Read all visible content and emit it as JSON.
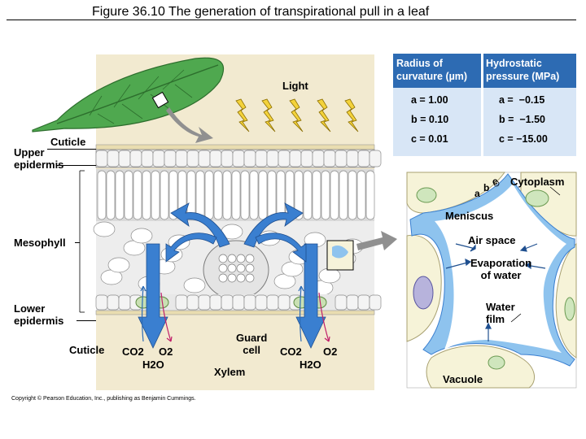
{
  "title": "Figure 36.10  The generation of transpirational pull in a leaf",
  "labels": {
    "light": "Light",
    "cuticle_top": "Cuticle",
    "upper_epidermis": "Upper\nepidermis",
    "mesophyll": "Mesophyll",
    "lower_epidermis": "Lower\nepidermis",
    "cuticle_bottom": "Cuticle",
    "co2_left": "CO2",
    "o2_left": "O2",
    "h2o_left": "H2O",
    "xylem": "Xylem",
    "guard_cell": "Guard\ncell",
    "co2_right": "CO2",
    "o2_right": "O2",
    "h2o_right": "H2O"
  },
  "table": {
    "col1_header": "Radius of\ncurvature (µm)",
    "col2_header": "Hydrostatic\npressure (MPa)",
    "rows": [
      {
        "radius": "a = 1.00",
        "pressure": "a =  −0.15"
      },
      {
        "radius": "b = 0.10",
        "pressure": "b =  −1.50"
      },
      {
        "radius": "c = 0.01",
        "pressure": "c = −15.00"
      }
    ]
  },
  "inset_labels": {
    "a": "a",
    "b": "b",
    "c": "c",
    "cytoplasm": "Cytoplasm",
    "meniscus": "Meniscus",
    "air_space": "Air space",
    "evaporation": "Evaporation\nof water",
    "water_film": "Water\nfilm",
    "vacuole": "Vacuole"
  },
  "copyright": "Copyright © Pearson Education, Inc., publishing as Benjamin Cummings.",
  "colors": {
    "background_panel": "#f2ead0",
    "leaf": "#4fa84f",
    "arrow_blue": "#3a7fd0",
    "table_header": "#2d6bb3",
    "table_body": "#d8e6f6",
    "water_film": "#8ec3ee",
    "cell_green": "#cfe6bd",
    "vacuole_purple": "#b7b3dc",
    "light_yellow": "#f3d23b",
    "magenta": "#c01f6a"
  }
}
